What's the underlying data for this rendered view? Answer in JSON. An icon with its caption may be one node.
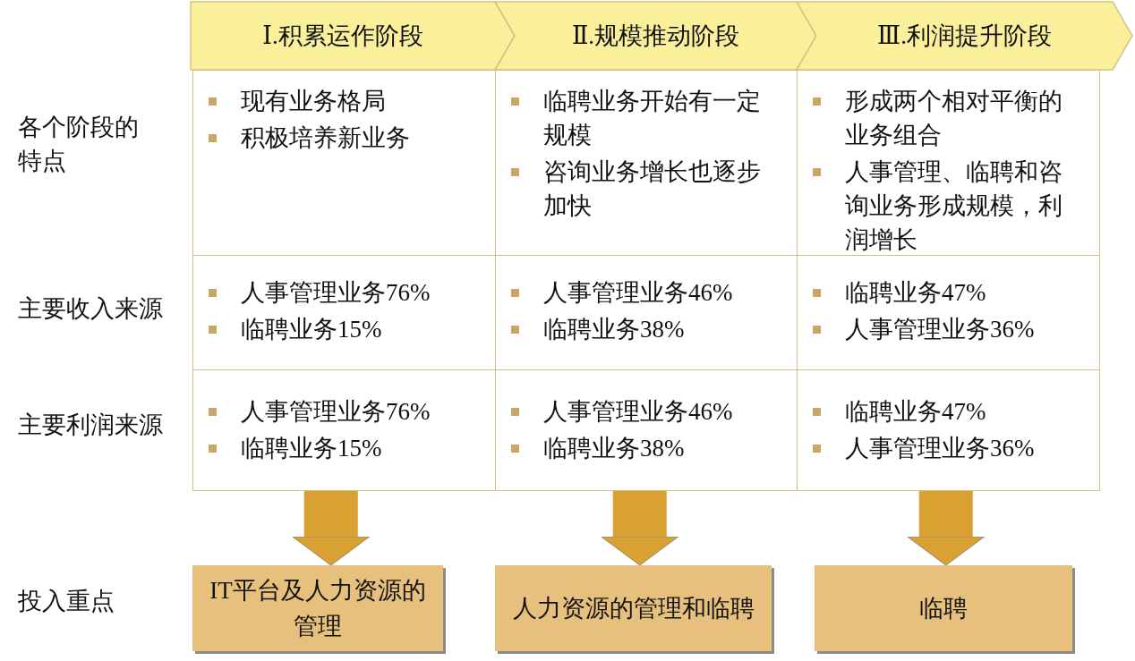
{
  "diagram": {
    "nodes": [
      {
        "text": [
          "Ⅰ.积累运作阶段"
        ]
      },
      {
        "text": [
          "Ⅱ.规模推动阶段"
        ]
      },
      {
        "text": [
          "Ⅲ.利润提升阶段"
        ]
      },
      {
        "text": [
          "现有业务格局",
          "积极培养新业务"
        ]
      },
      {
        "text": [
          "临聘业务开始有一定规模",
          "咨询业务增长也逐步加快"
        ]
      },
      {
        "text": [
          "形成两个相对平衡的业务组合",
          "人事管理、临聘和咨询业务形成规模，利润增长"
        ]
      },
      {
        "text": [
          "人事管理业务76%",
          "临聘业务15%"
        ]
      },
      {
        "text": [
          "人事管理业务46%",
          "临聘业务38%"
        ]
      },
      {
        "text": [
          "临聘业务47%",
          "人事管理业务36%"
        ]
      },
      {
        "text": [
          "人事管理业务76%",
          "临聘业务15%"
        ]
      },
      {
        "text": [
          "人事管理业务46%",
          "临聘业务38%"
        ]
      },
      {
        "text": [
          "临聘业务47%",
          "人事管理业务36%"
        ]
      },
      {
        "text": [
          "IT平台及人力资源的管理"
        ]
      },
      {
        "text": [
          "人力资源的管理和临聘"
        ]
      },
      {
        "text": [
          "临聘"
        ]
      }
    ],
    "edges": [
      {
        "from": 9,
        "to": 12,
        "arrow": "to"
      },
      {
        "from": 10,
        "to": 13,
        "arrow": "to"
      },
      {
        "from": 11,
        "to": 14,
        "arrow": "to"
      }
    ],
    "labels": [
      "各个阶段的特点",
      "主要收入来源",
      "主要利润来源",
      "投入重点"
    ]
  }
}
